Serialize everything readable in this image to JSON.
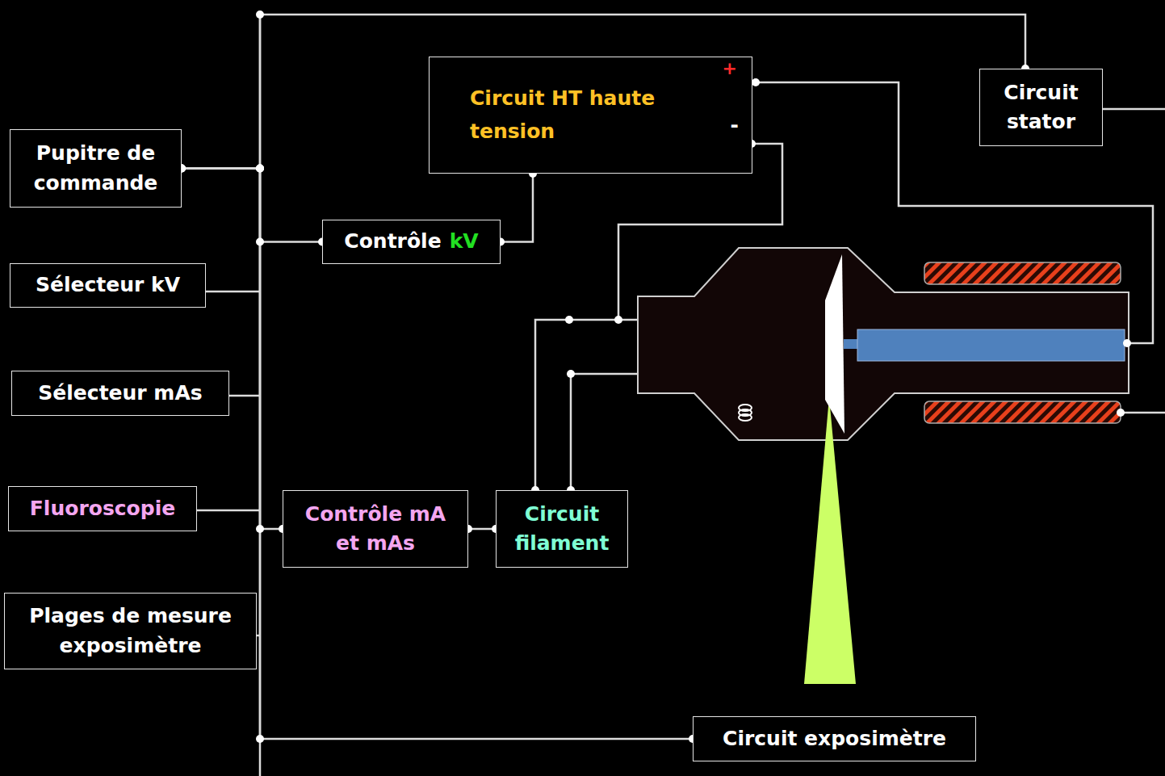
{
  "diagram": {
    "nodes": [
      {
        "text": [
          "Pupitre de commande"
        ]
      },
      {
        "text": [
          "Sélecteur kV"
        ]
      },
      {
        "text": [
          "Sélecteur mAs"
        ]
      },
      {
        "text": [
          "Fluoroscopie"
        ]
      },
      {
        "text": [
          "Plages de mesure exposimètre"
        ]
      },
      {
        "text": [
          "Circuit HT haute tension",
          "+",
          "-"
        ]
      },
      {
        "text": [
          "Contrôle",
          "kV"
        ]
      },
      {
        "text": [
          "Circuit stator"
        ]
      },
      {
        "text": [
          "Contrôle mA et mAs"
        ]
      },
      {
        "text": [
          "Circuit filament"
        ]
      },
      {
        "text": [
          "Circuit exposimètre"
        ]
      }
    ],
    "edges": [
      {
        "from": 0,
        "to": 7,
        "arrow": "none"
      },
      {
        "from": 0,
        "to": 6,
        "arrow": "none"
      },
      {
        "from": 0,
        "to": 8,
        "arrow": "none"
      },
      {
        "from": 0,
        "to": 10,
        "arrow": "none"
      },
      {
        "from": 6,
        "to": 5,
        "arrow": "none"
      },
      {
        "from": 8,
        "to": 9,
        "arrow": "none"
      }
    ]
  }
}
